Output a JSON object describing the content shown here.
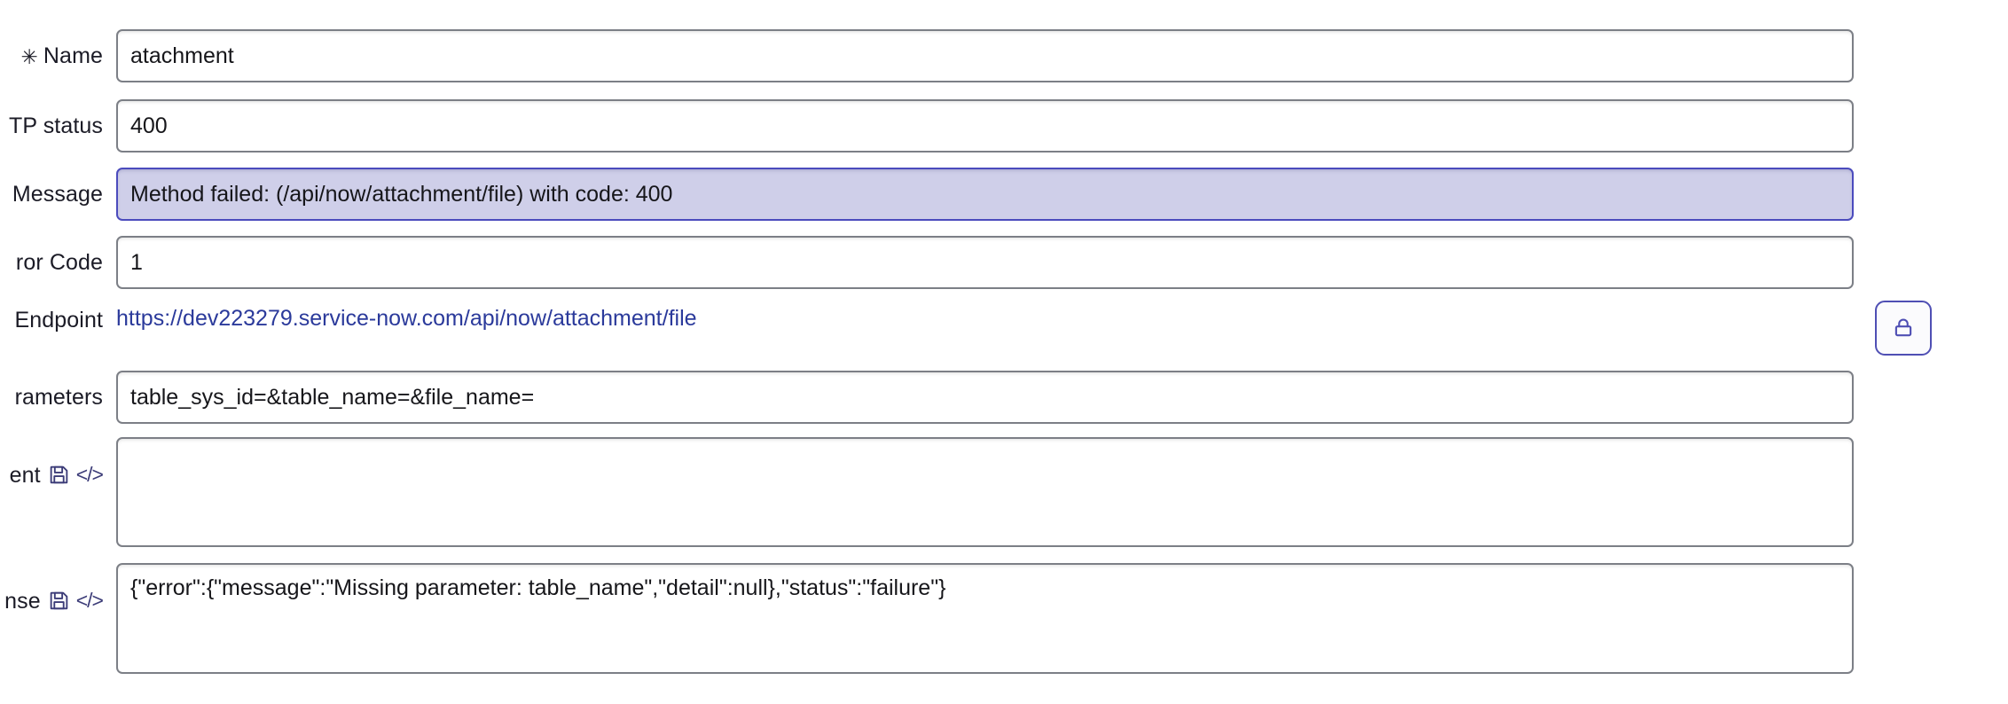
{
  "form": {
    "fields": [
      {
        "key": "name",
        "label": "Name",
        "label_clipped": "Name",
        "required_marker": "✳",
        "value": "atachment",
        "type": "text",
        "selected": false
      },
      {
        "key": "http_status",
        "label": "HTTP status",
        "label_clipped": "TP status",
        "value": "400",
        "type": "text",
        "selected": false
      },
      {
        "key": "message",
        "label": "Message",
        "label_clipped": "Message",
        "value": "Method failed: (/api/now/attachment/file) with code: 400",
        "type": "text",
        "selected": true
      },
      {
        "key": "error_code",
        "label": "Error Code",
        "label_clipped": "ror Code",
        "value": "1",
        "type": "text",
        "selected": false
      },
      {
        "key": "endpoint",
        "label": "Endpoint",
        "label_clipped": "Endpoint",
        "value": "https://dev223279.service-now.com/api/now/attachment/file",
        "type": "link",
        "selected": false
      },
      {
        "key": "parameters",
        "label": "Parameters",
        "label_clipped": "rameters",
        "value": "table_sys_id=&table_name=&file_name=",
        "type": "text",
        "selected": false
      },
      {
        "key": "content",
        "label": "Content",
        "label_clipped": "ent",
        "value": "",
        "type": "textarea",
        "selected": false,
        "icons": [
          "save-icon",
          "code-icon"
        ],
        "code_glyph": "</>"
      },
      {
        "key": "response",
        "label": "Response",
        "label_clipped": "nse",
        "value": "{\"error\":{\"message\":\"Missing parameter: table_name\",\"detail\":null},\"status\":\"failure\"}",
        "type": "textarea",
        "selected": false,
        "icons": [
          "save-icon",
          "code-icon"
        ],
        "code_glyph": "</>"
      }
    ]
  },
  "actions": {
    "lock_button": {
      "icon": "lock-icon",
      "title": "Lock"
    }
  },
  "colors": {
    "selected_field_background": "#cfcfe9",
    "selected_field_border": "#4b4bbd",
    "field_border": "#7c7f86",
    "link_text": "#2b3a9b",
    "icon_accent": "#3c3c78",
    "lock_accent": "#4f4fb4",
    "page_background": "#ffffff",
    "text": "#1b1b26"
  }
}
